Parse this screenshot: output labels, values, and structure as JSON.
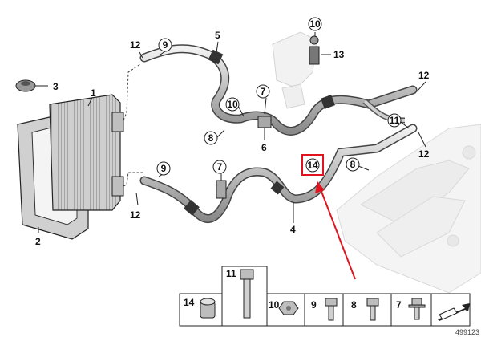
{
  "diagram": {
    "image_id": "499123",
    "labels": {
      "l1": "1",
      "l2": "2",
      "l3": "3",
      "l4": "4",
      "l5": "5",
      "l6": "6",
      "l13": "13",
      "c7a": "7",
      "c7b": "7",
      "c8a": "8",
      "c8b": "8",
      "c9a": "9",
      "c9b": "9",
      "c10a": "10",
      "c10b": "10",
      "c11": "11",
      "l12a": "12",
      "l12b": "12",
      "l12c": "12",
      "l12d": "12",
      "l14": "14"
    },
    "parts_strip": {
      "p14": "14",
      "p11": "11",
      "p10": "10",
      "p9": "9",
      "p8": "8",
      "p7": "7"
    },
    "colors": {
      "highlight": "#e0141e",
      "line": "#222222",
      "part_fill": "#d9d9d9",
      "engine_fill": "#e9e9e9"
    }
  }
}
